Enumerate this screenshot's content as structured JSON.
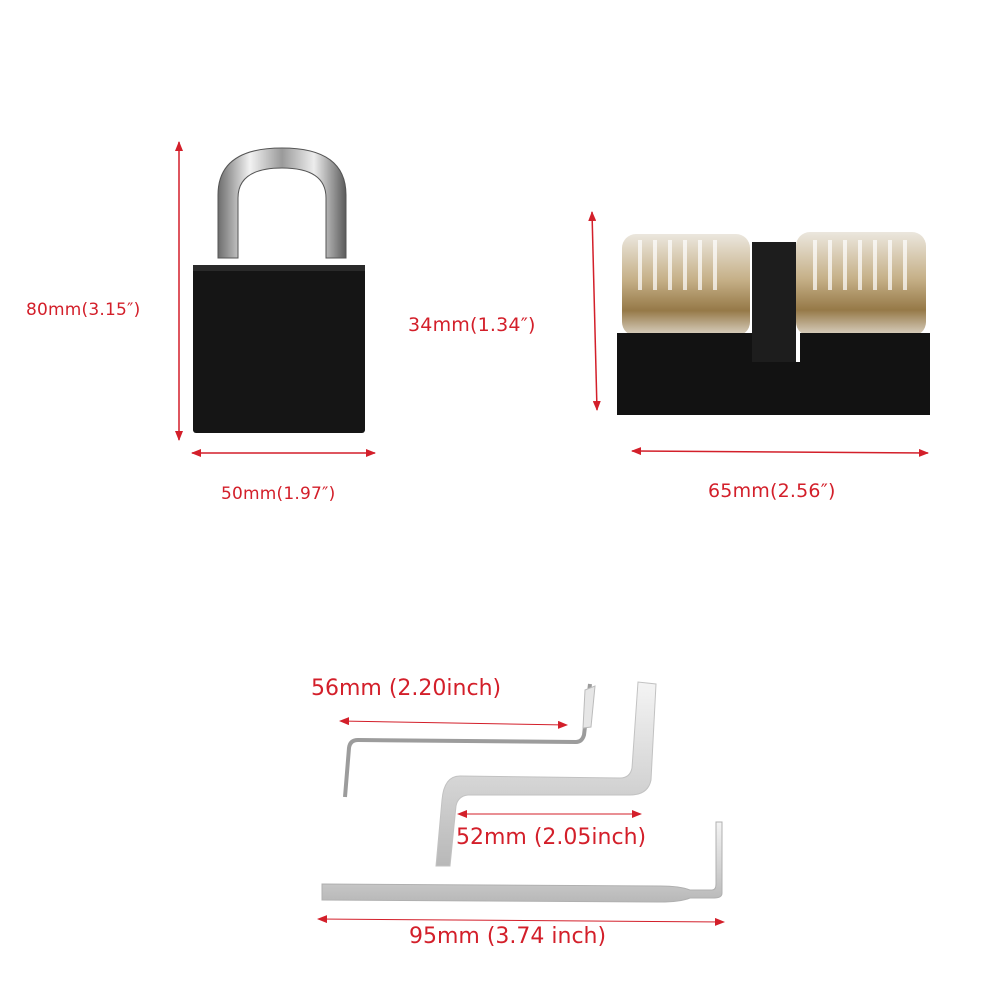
{
  "colors": {
    "annotation": "#d31f2a",
    "lock_body": "#111111",
    "background": "#ffffff"
  },
  "padlock": {
    "height_label": "80mm(3.15″)",
    "width_label": "50mm(1.97″)"
  },
  "cylinder": {
    "height_label": "34mm(1.34″)",
    "width_label": "65mm(2.56″)"
  },
  "picks": {
    "pick1_label": "56mm (2.20inch)",
    "pick2_label": "52mm (2.05inch)",
    "pick3_label": "95mm (3.74 inch)"
  }
}
